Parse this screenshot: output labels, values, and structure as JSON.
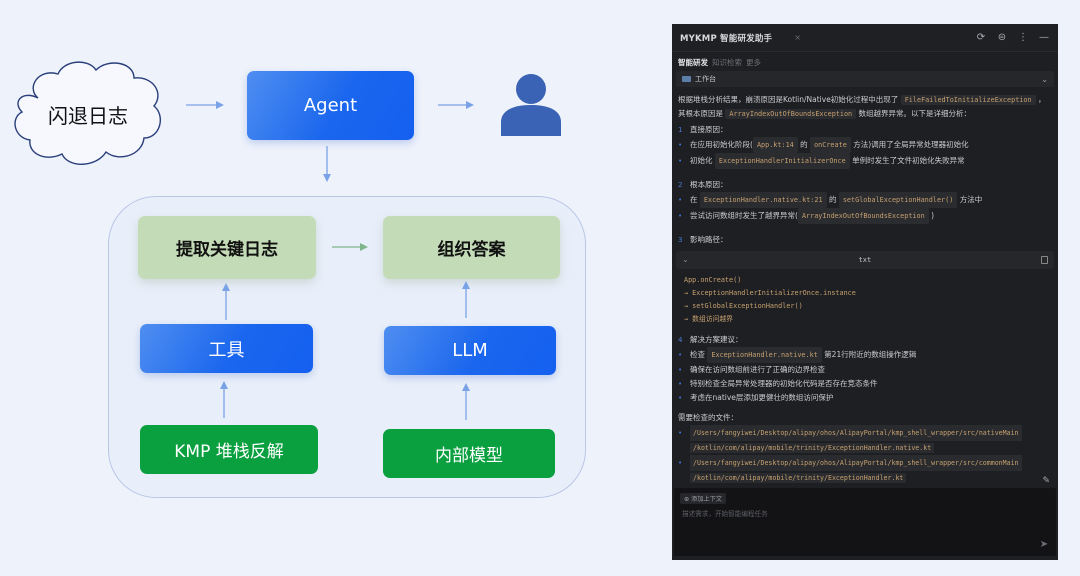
{
  "diagram": {
    "cloud_label": "闪退日志",
    "agent_label": "Agent",
    "extract_label": "提取关键日志",
    "organize_label": "组织答案",
    "tools_label": "工具",
    "llm_label": "LLM",
    "kmp_label": "KMP 堆栈反解",
    "model_label": "内部模型",
    "user_icon": "user-icon",
    "colors": {
      "blue": "#1a66ee",
      "light_green": "#c3dbb6",
      "green": "#0aa03f",
      "arrow": "#7aa2e6",
      "user": "#3a62b5"
    }
  },
  "panel": {
    "title": "MYKMP 智能研发助手",
    "close": "×",
    "header_icons": [
      "refresh-icon",
      "settings-icon",
      "more-icon",
      "minimize-icon"
    ],
    "tabs": [
      {
        "label": "智能研发",
        "active": true
      },
      {
        "label": "知识检索",
        "active": false
      },
      {
        "label": "更多",
        "active": false
      }
    ],
    "workspace": "工作台",
    "intro": {
      "t1": "根据堆栈分析结果，崩溃原因是Kotlin/Native初始化过程中出现了",
      "c1": "FileFailedToInitializeException",
      "t2": "，其根本原因是",
      "c2": "ArrayIndexOutOfBoundsException",
      "t3": "数组越界异常。以下是详细分析："
    },
    "sections": {
      "s1": {
        "num": "1",
        "title": "直接原因：",
        "b1_t1": "在应用初始化阶段(",
        "b1_c1": "App.kt:14",
        "b1_t2": "的",
        "b1_c2": "onCreate",
        "b1_t3": "方法)调用了全局异常处理器初始化",
        "b2_t1": "初始化",
        "b2_c1": "ExceptionHandlerInitializerOnce",
        "b2_t2": "单例时发生了文件初始化失败异常"
      },
      "s2": {
        "num": "2",
        "title": "根本原因：",
        "b1_t1": "在",
        "b1_c1": "ExceptionHandler.native.kt:21",
        "b1_t2": "的",
        "b1_c2": "setGlobalExceptionHandler()",
        "b1_t3": "方法中",
        "b2_t1": "尝试访问数组时发生了越界异常(",
        "b2_c1": "ArrayIndexOutOfBoundsException",
        "b2_t2": ")"
      },
      "s3": {
        "num": "3",
        "title": "影响路径："
      },
      "s4": {
        "num": "4",
        "title": "解决方案建议：",
        "b1_t1": "检查",
        "b1_c1": "ExceptionHandler.native.kt",
        "b1_t2": "第21行附近的数组操作逻辑",
        "b2": "确保在访问数组前进行了正确的边界检查",
        "b3": "特别检查全局异常处理器的初始化代码是否存在竞态条件",
        "b4": "考虑在native层添加更健壮的数组访问保护"
      }
    },
    "code_block": {
      "lang": "txt",
      "lines": [
        "App.onCreate()",
        "→ ExceptionHandlerInitializerOnce.instance",
        "→ setGlobalExceptionHandler()",
        "→ 数组访问越界"
      ]
    },
    "files": {
      "title": "需要检查的文件：",
      "f1_a": "/Users/fangyiwei/Desktop/alipay/ohos/AlipayPortal/kmp_shell_wrapper/src/nativeMain",
      "f1_b": "/kotlin/com/alipay/mobile/trinity/ExceptionHandler.native.kt",
      "f2_a": "/Users/fangyiwei/Desktop/alipay/ohos/AlipayPortal/kmp_shell_wrapper/src/commonMain",
      "f2_b": "/kotlin/com/alipay/mobile/trinity/ExceptionHandler.kt"
    },
    "input": {
      "context_chip": "⊕ 添加上下文",
      "placeholder": "描述需求，开始智能编程任务"
    }
  }
}
